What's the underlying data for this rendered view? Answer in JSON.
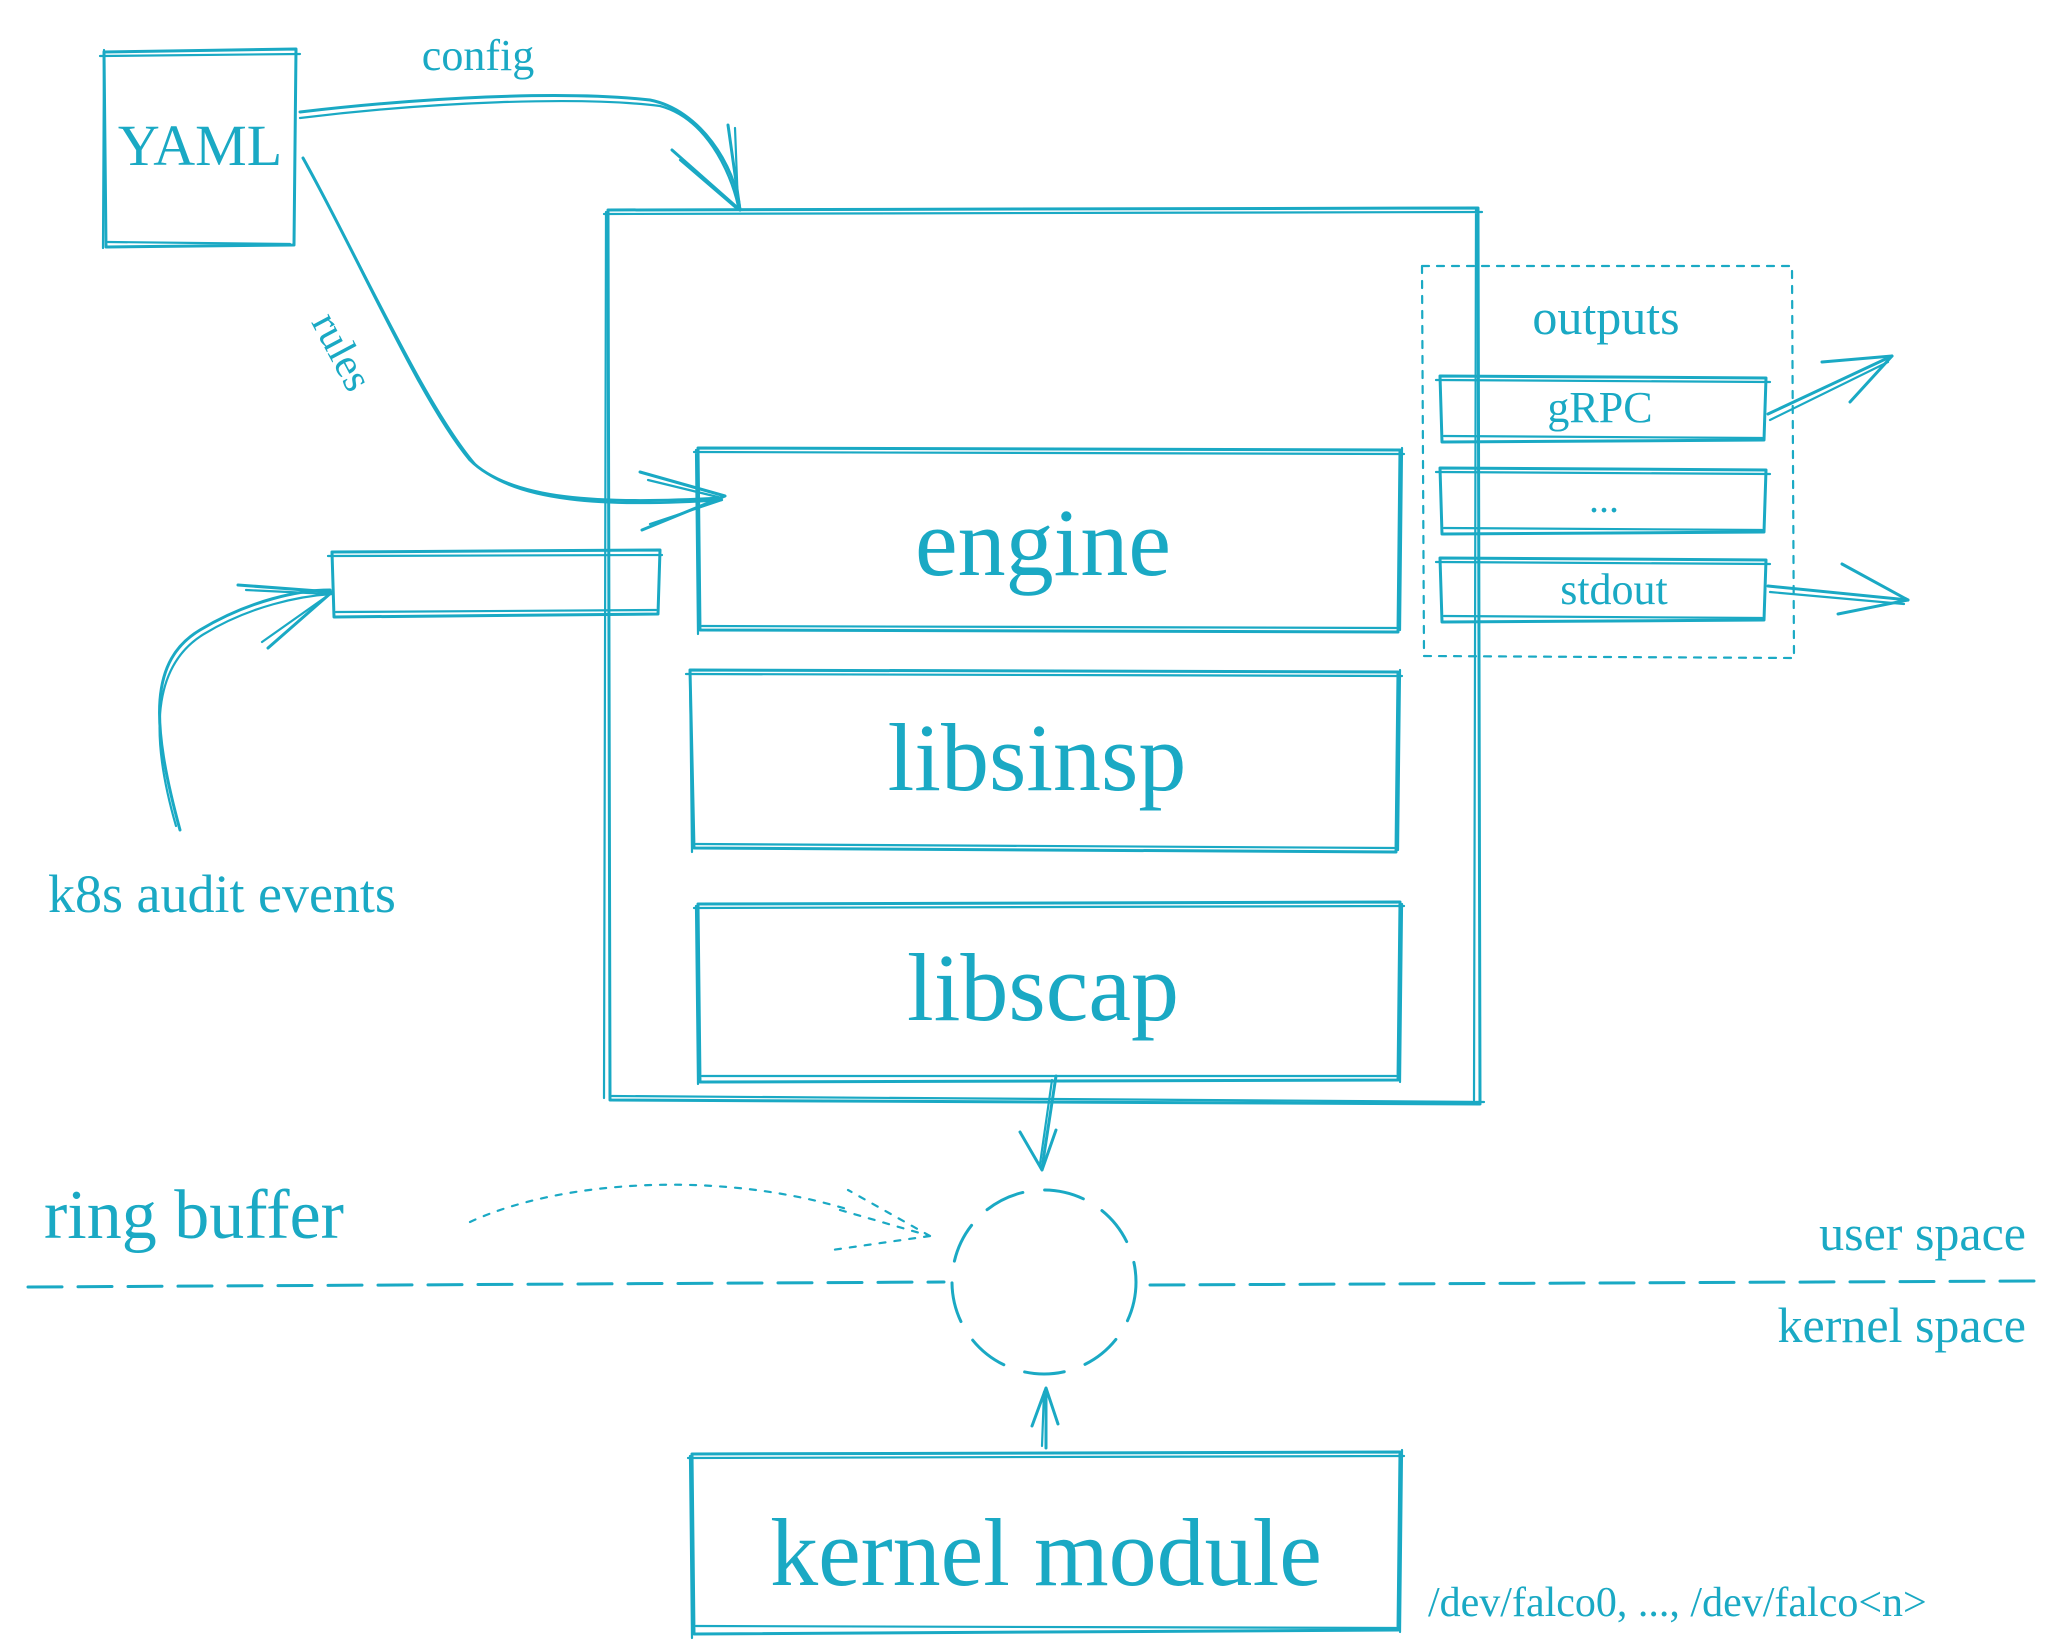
{
  "colors": {
    "accent": "#1aa9c4",
    "background": "#ffffff"
  },
  "labels": {
    "yaml": "YAML",
    "config": "config",
    "rules": "rules",
    "k8s_audit_events": "k8s audit events",
    "engine": "engine",
    "libsinsp": "libsinsp",
    "libscap": "libscap",
    "outputs": "outputs",
    "grpc": "gRPC",
    "ellipsis": "...",
    "stdout": "stdout",
    "ring_buffer": "ring buffer",
    "user_space": "user space",
    "kernel_space": "kernel space",
    "kernel_module": "kernel module",
    "devices": "/dev/falco0, ..., /dev/falco<n>"
  }
}
